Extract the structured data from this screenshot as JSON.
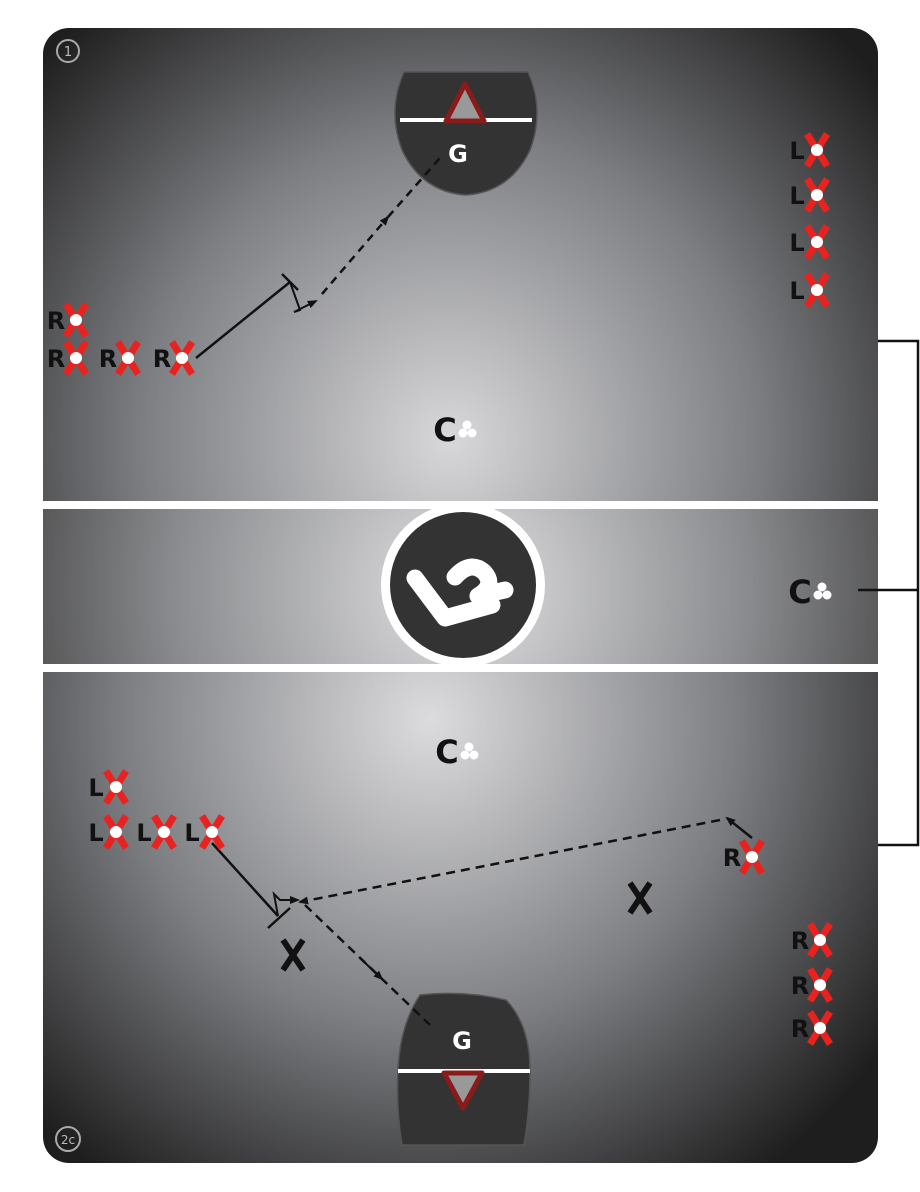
{
  "diagram": {
    "step_top": "1",
    "step_bottom": "2c",
    "goal_label": "G",
    "center_label": "C",
    "logo_text": "LF",
    "colors": {
      "player_x": "#e8231f",
      "crease": "#333333",
      "goal_frame": "#8b1a1a",
      "field_light": "#d8d8da",
      "field_dark": "#2a2a2a"
    },
    "top_half": {
      "right_players": [
        "R",
        "R",
        "R",
        "R"
      ],
      "left_players": [
        "L",
        "L",
        "L",
        "L"
      ]
    },
    "bottom_half": {
      "left_players": [
        "L",
        "L",
        "L",
        "L"
      ],
      "right_players": [
        "R",
        "R",
        "R",
        "R"
      ],
      "defenders": [
        "X",
        "X"
      ]
    }
  }
}
